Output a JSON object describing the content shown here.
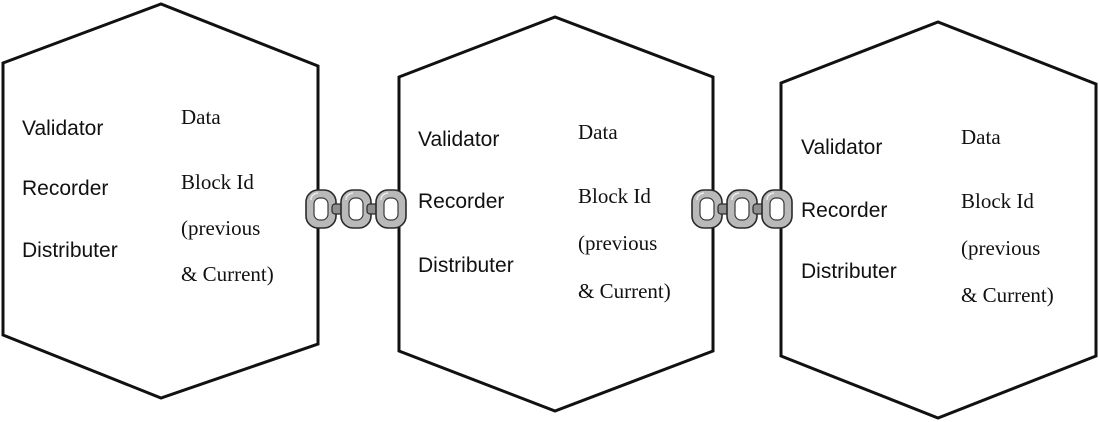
{
  "blocks": [
    {
      "left_labels": [
        "Validator",
        "Recorder",
        "Distributer"
      ],
      "right_labels": [
        "Data",
        "Block Id",
        "(previous",
        "& Current)"
      ]
    },
    {
      "left_labels": [
        "Validator",
        "Recorder",
        "Distributer"
      ],
      "right_labels": [
        "Data",
        "Block Id",
        "(previous",
        "& Current)"
      ]
    },
    {
      "left_labels": [
        "Validator",
        "Recorder",
        "Distributer"
      ],
      "right_labels": [
        "Data",
        "Block Id",
        "(previous",
        "& Current)"
      ]
    }
  ],
  "connectors": [
    {
      "type": "chain",
      "links": 3,
      "icon": "chain-icon"
    },
    {
      "type": "chain",
      "links": 3,
      "icon": "chain-icon"
    }
  ],
  "colors": {
    "outline": "#111111",
    "chain": "#b9b9b9",
    "background": "#ffffff"
  }
}
